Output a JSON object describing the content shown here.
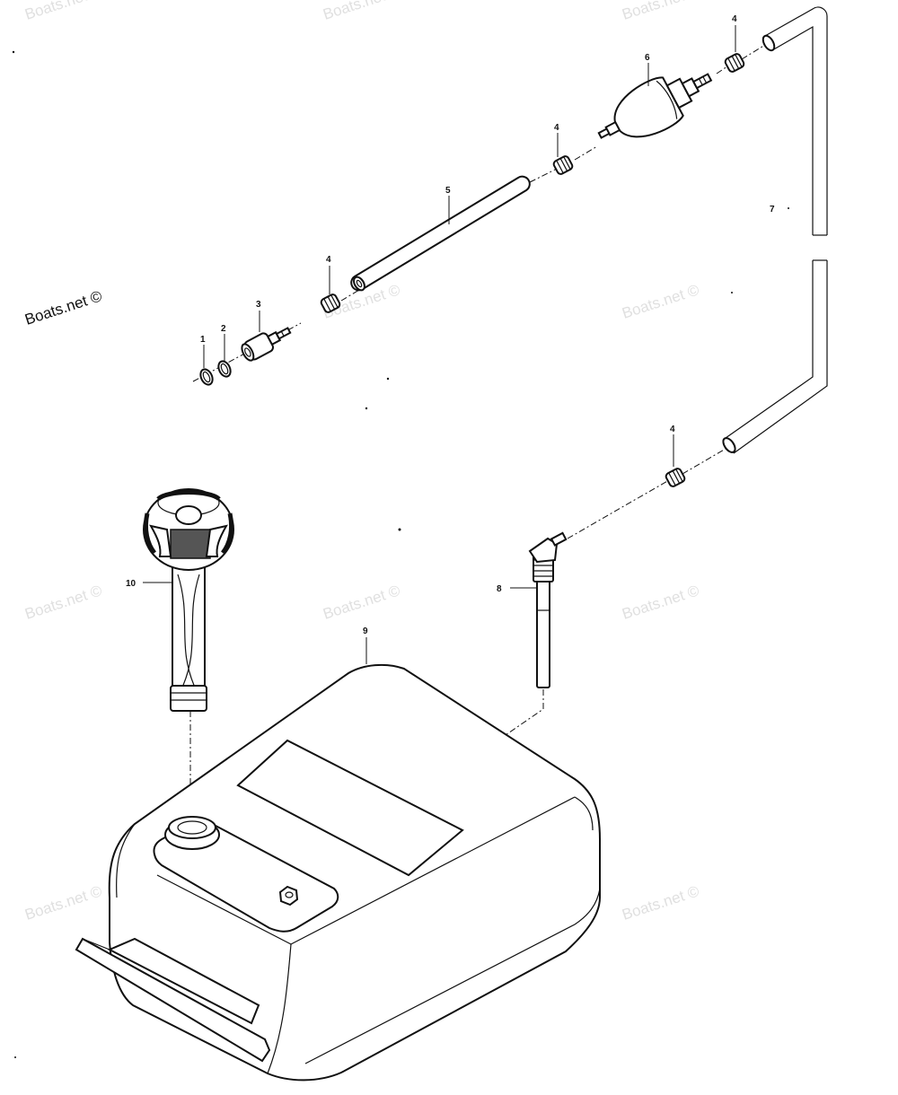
{
  "brand_text": "Boats.net ©",
  "watermark_text": "Boats.net ©",
  "part_labels": {
    "p1": "1",
    "p2": "2",
    "p3": "3",
    "p4a": "4",
    "p4b": "4",
    "p4c": "4",
    "p4d": "4",
    "p5": "5",
    "p6": "6",
    "p7": "7",
    "p8": "8",
    "p9": "9",
    "p10": "10"
  },
  "colors": {
    "ink": "#111111",
    "watermark": "#e0e0e0",
    "background": "#ffffff"
  }
}
